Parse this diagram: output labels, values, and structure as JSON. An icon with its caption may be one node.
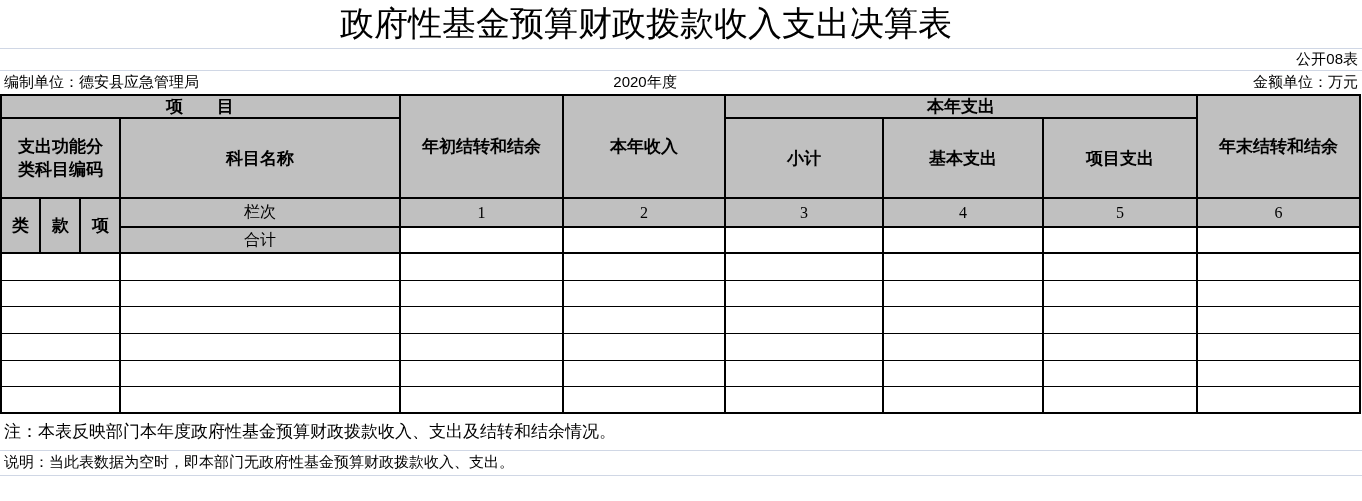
{
  "diagram": {
    "title": "政府性基金预算财政拨款收入支出决算表",
    "labels": [
      "公开08表",
      "编制单位：德安县应急管理局",
      "2020年度",
      "金额单位：万元",
      "项　　目",
      "年初结转和结余",
      "本年收入",
      "本年支出",
      "年末结转和结余",
      "支出功能分类科目编码",
      "科目名称",
      "小计",
      "基本支出",
      "项目支出",
      "类",
      "款",
      "项",
      "栏次",
      "1",
      "2",
      "3",
      "4",
      "5",
      "6",
      "合计",
      "注：本表反映部门本年度政府性基金预算财政拨款收入、支出及结转和结余情况。",
      "说明：当此表数据为空时，即本部门无政府性基金预算财政拨款收入、支出。"
    ]
  }
}
